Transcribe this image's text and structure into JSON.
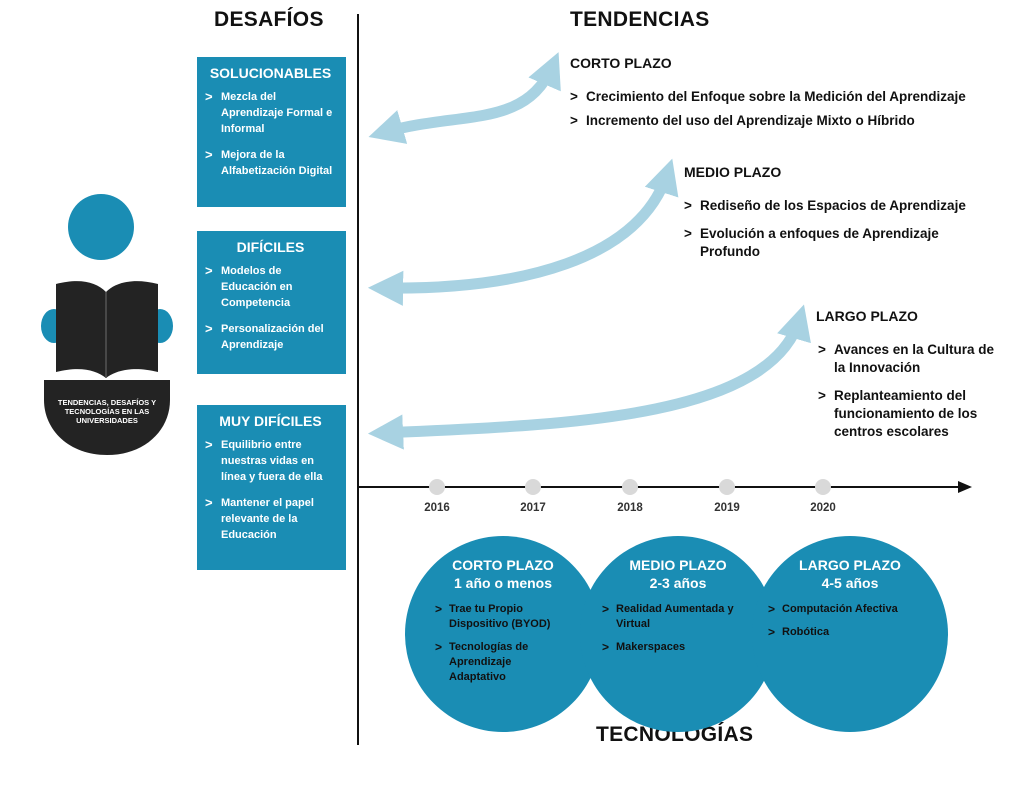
{
  "headings": {
    "challenges": "DESAFÍOS",
    "trends": "TENDENCIAS",
    "technologies": "TECNOLOGÍAS"
  },
  "badge": {
    "text": "TENDENCIAS, DESAFÍOS Y TECNOLOGÍAS EN LAS UNIVERSIDADES"
  },
  "challenges": [
    {
      "title": "SOLUCIONABLES",
      "items": [
        "Mezcla del Aprendizaje Formal e Informal",
        "Mejora de la Alfabetización Digital"
      ]
    },
    {
      "title": "DIFÍCILES",
      "items": [
        "Modelos de Educación en Competencia",
        "Personalización del Aprendizaje"
      ]
    },
    {
      "title": "MUY DIFÍCILES",
      "items": [
        "Equilibrio entre nuestras vidas en línea y fuera de ella",
        "Mantener el papel relevante de la Educación"
      ]
    }
  ],
  "trends": [
    {
      "title": "CORTO PLAZO",
      "items": [
        "Crecimiento del Enfoque sobre la Medición del Aprendizaje",
        "Incremento del uso del Aprendizaje Mixto o Híbrido"
      ]
    },
    {
      "title": "MEDIO PLAZO",
      "items": [
        "Rediseño de los Espacios de Aprendizaje",
        "Evolución a enfoques de Aprendizaje Profundo"
      ]
    },
    {
      "title": "LARGO PLAZO",
      "items": [
        "Avances en la Cultura de la Innovación",
        "Replanteamiento del funcionamiento de los centros escolares"
      ]
    }
  ],
  "timeline": {
    "years": [
      "2016",
      "2017",
      "2018",
      "2019",
      "2020"
    ]
  },
  "technologies": [
    {
      "title": "CORTO PLAZO",
      "period": "1 año o menos",
      "items": [
        "Trae tu Propio Dispositivo (BYOD)",
        "Tecnologías de Aprendizaje Adaptativo"
      ]
    },
    {
      "title": "MEDIO PLAZO",
      "period": "2-3 años",
      "items": [
        "Realidad Aumentada y Virtual",
        "Makerspaces"
      ]
    },
    {
      "title": "LARGO PLAZO",
      "period": "4-5 años",
      "items": [
        "Computación Afectiva",
        "Robótica"
      ]
    }
  ],
  "symbols": {
    "bullet": ">"
  },
  "colors": {
    "box_blue": "#1a8db4",
    "arrow_blue": "#a8d2e2",
    "person_blue": "#1a8db4",
    "dark": "#232323",
    "year_dot": "#d9d9d9"
  }
}
